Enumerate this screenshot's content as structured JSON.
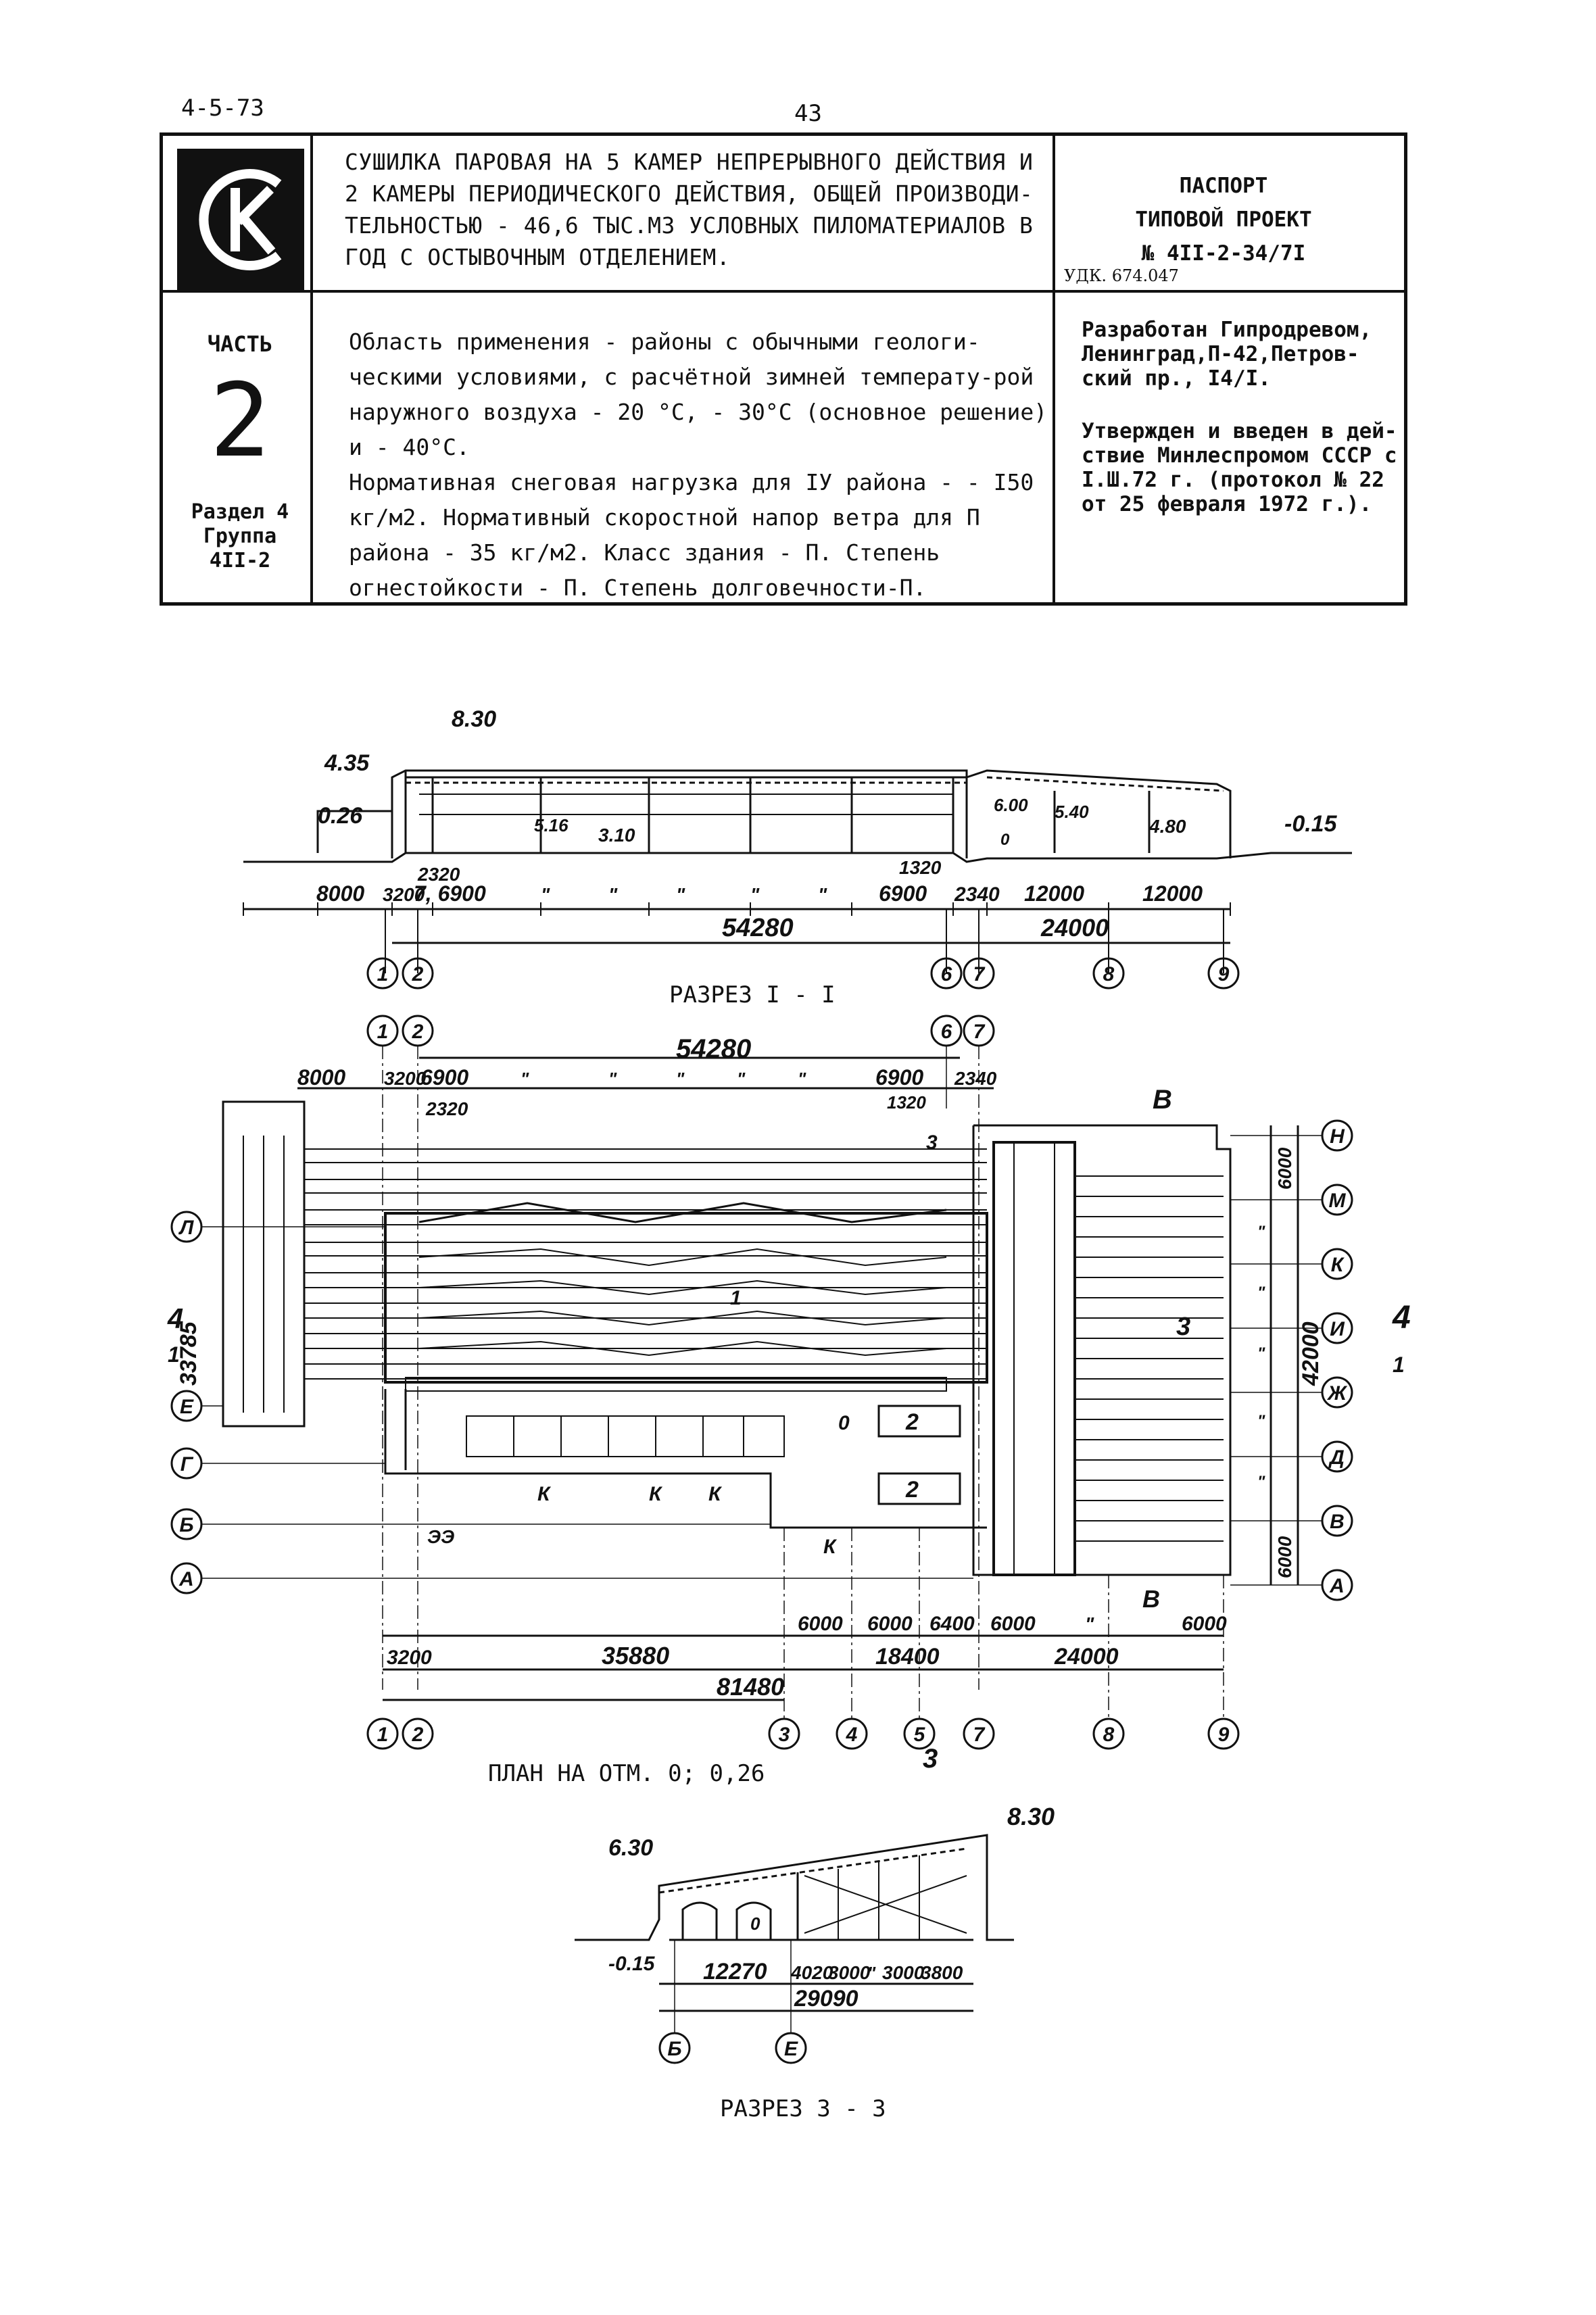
{
  "header": {
    "code": "4-5-73",
    "page_number": "43"
  },
  "title_block": {
    "description": "СУШИЛКА ПАРОВАЯ НА 5 КАМЕР НЕПРЕРЫВНОГО ДЕЙСТВИЯ И 2 КАМЕРЫ ПЕРИОДИЧЕСКОГО ДЕЙСТВИЯ, ОБЩЕЙ ПРОИЗВОДИ-ТЕЛЬНОСТЬЮ - 46,6 ТЫС.М3 УСЛОВНЫХ ПИЛОМАТЕРИАЛОВ В ГОД С ОСТЫВОЧНЫМ ОТДЕЛЕНИЕМ.",
    "passport_line1": "ПАСПОРТ",
    "passport_line2": "ТИПОВОЙ ПРОЕКТ",
    "passport_line3": "№ 4II-2-34/7I",
    "udk": "УДК. 674.047",
    "part_label": "ЧАСТЬ",
    "part_number": "2",
    "section_line1": "Раздел 4",
    "section_line2": "Группа",
    "section_line3": "4II-2",
    "scope_p1": "Область применения - районы с обычными геологи-ческими условиями, с расчётной зимней температу-рой наружного воздуха - 20 °С, - 30°С (основное решение) и - 40°С.",
    "scope_p2": "Нормативная снеговая нагрузка для IУ района - - I50 кг/м2. Нормативный скоростной напор ветра для П района - 35 кг/м2. Класс здания - П. Степень огнестойкости - П. Степень долговечности-П.",
    "developer": "Разработан Гипродревом, Ленинград,П-42,Петров-ский пр., I4/I.",
    "approved": "Утвержден и введен в дей-ствие Минлеспромом СССР с I.Ш.72 г. (протокол № 22 от 25 февраля 1972 г.)."
  },
  "section_1": {
    "caption": "РАЗРЕЗ I - I",
    "elevations": [
      "8.30",
      "4.35",
      "0.26",
      "5.16",
      "3.10",
      "6.00",
      "5.40",
      "4.80",
      "-0.15",
      "0"
    ],
    "dims_top": [
      "8000",
      "3200",
      "7, 6900",
      "\"",
      "\"",
      "\"",
      "\"",
      "\"",
      "6900",
      "2340",
      "12000",
      "12000"
    ],
    "dims_small": [
      "2320",
      "1320"
    ],
    "overall_left": "54280",
    "overall_right": "24000",
    "axes": [
      "1",
      "2",
      "6",
      "7",
      "8",
      "9"
    ]
  },
  "plan": {
    "caption": "ПЛАН НА ОТМ. 0; 0,26",
    "axes_top": [
      "1",
      "2",
      "6",
      "7"
    ],
    "axes_bottom": [
      "1",
      "2",
      "3",
      "4",
      "5",
      "7",
      "8",
      "9"
    ],
    "axes_left": [
      "Л",
      "Е",
      "Г",
      "Б",
      "А"
    ],
    "axes_right": [
      "Н",
      "М",
      "К",
      "И",
      "Ж",
      "Д",
      "В",
      "А"
    ],
    "dims_top": [
      "8000",
      "3200",
      "6900",
      "\"",
      "\"",
      "\"",
      "\"",
      "\"",
      "6900",
      "2340"
    ],
    "dims_top_small": [
      "2320",
      "1320"
    ],
    "overall_top": "54280",
    "dims_bottom": [
      "3200",
      "35880",
      "81480",
      "6000",
      "6000",
      "6400",
      "6000",
      "\"",
      "6000",
      "18400",
      "24000"
    ],
    "dims_right": [
      "6000",
      "\"",
      "\"",
      "\"",
      "\"",
      "\"",
      "6000",
      "42000"
    ],
    "left_dim": "33785",
    "labels": [
      "1",
      "2",
      "2",
      "3",
      "0",
      "К",
      "К",
      "К",
      "К",
      "ЭЭ",
      "В",
      "В",
      "3",
      "3",
      "4",
      "4",
      "1",
      "1"
    ]
  },
  "section_3": {
    "caption": "РАЗРЕЗ 3 - 3",
    "elevations": [
      "8.30",
      "6.30",
      "-0.15",
      "0"
    ],
    "dims": [
      "12270",
      "4020",
      "3000",
      "\"",
      "3000",
      "3800"
    ],
    "overall": "29090",
    "axes": [
      "Б",
      "Е"
    ]
  }
}
